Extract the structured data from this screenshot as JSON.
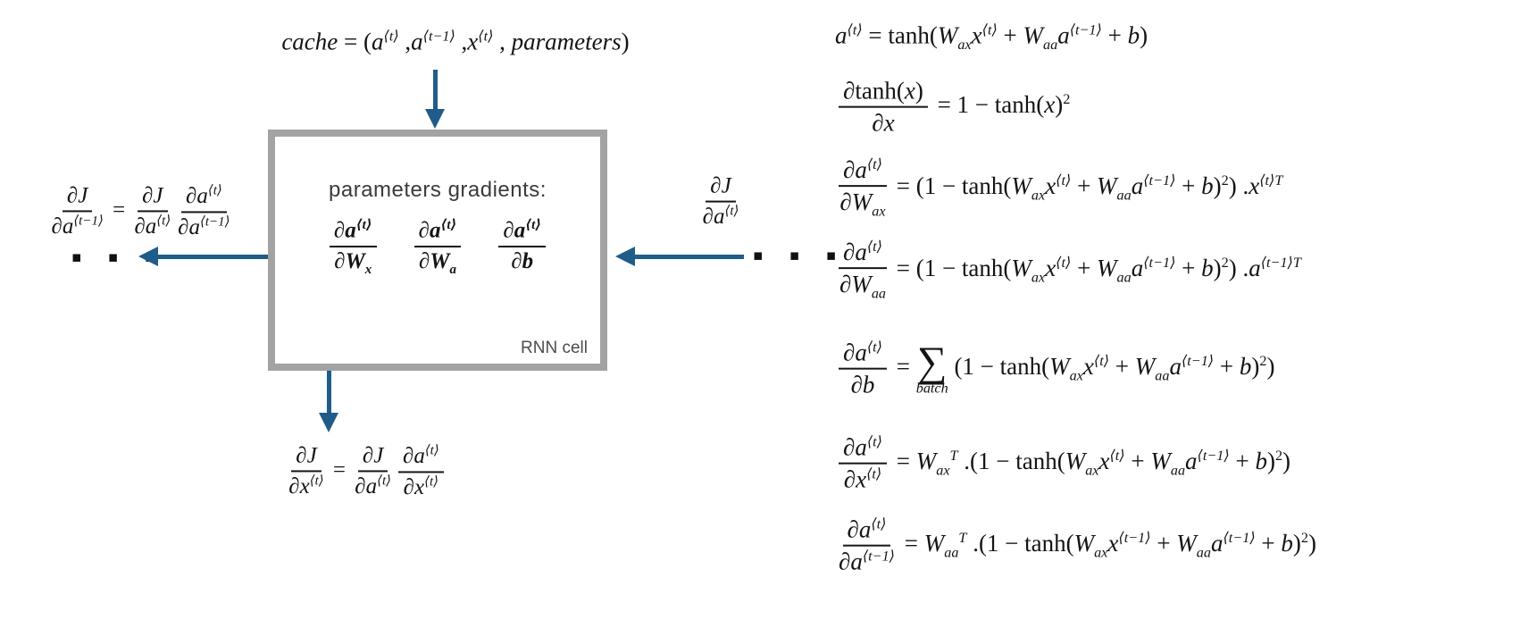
{
  "colors": {
    "arrow_blue": "#1f5c8a",
    "box_border_gray": "#a3a3a3",
    "math_text": "#141414",
    "label_gray": "#4d4d4d"
  },
  "diagram": {
    "cache_formula": [
      "cache",
      {
        "up": " = ("
      },
      "a",
      {
        "sup": [
          "⟨t⟩"
        ]
      },
      {
        "up": " ,"
      },
      "a",
      {
        "sup": [
          "⟨t−1⟩"
        ]
      },
      {
        "up": " ,"
      },
      "x",
      {
        "sup": [
          "⟨t⟩"
        ]
      },
      {
        "up": " , "
      },
      "parameters",
      {
        "up": ")"
      }
    ],
    "left_formula": [
      {
        "frac": [
          [
            "∂J"
          ],
          [
            "∂a",
            {
              "sup": [
                "⟨t−1⟩"
              ]
            }
          ]
        ]
      },
      {
        "up": " = "
      },
      {
        "frac": [
          [
            "∂J"
          ],
          [
            "∂a",
            {
              "sup": [
                "⟨t⟩"
              ]
            }
          ]
        ]
      },
      {
        "frac": [
          [
            "∂a",
            {
              "sup": [
                "⟨t⟩"
              ]
            }
          ],
          [
            "∂a",
            {
              "sup": [
                "⟨t−1⟩"
              ]
            }
          ]
        ]
      }
    ],
    "right_formula": [
      {
        "frac": [
          [
            "∂J"
          ],
          [
            "∂a",
            {
              "sup": [
                "⟨t⟩"
              ]
            }
          ]
        ]
      }
    ],
    "bottom_formula": [
      {
        "frac": [
          [
            "∂J"
          ],
          [
            "∂x",
            {
              "sup": [
                "⟨t⟩"
              ]
            }
          ]
        ]
      },
      {
        "up": " = "
      },
      {
        "frac": [
          [
            "∂J"
          ],
          [
            "∂a",
            {
              "sup": [
                "⟨t⟩"
              ]
            }
          ]
        ]
      },
      {
        "frac": [
          [
            "∂a",
            {
              "sup": [
                "⟨t⟩"
              ]
            }
          ],
          [
            "∂x",
            {
              "sup": [
                "⟨t⟩"
              ]
            }
          ]
        ]
      }
    ],
    "box": {
      "title": "parameters gradients:",
      "cell_label": "RNN cell",
      "grads": [
        [
          {
            "frac": [
              [
                "∂a",
                {
                  "sup": [
                    "⟨t⟩"
                  ]
                }
              ],
              [
                "∂W",
                {
                  "sub": [
                    "x"
                  ]
                }
              ]
            ]
          }
        ],
        [
          {
            "frac": [
              [
                "∂a",
                {
                  "sup": [
                    "⟨t⟩"
                  ]
                }
              ],
              [
                "∂W",
                {
                  "sub": [
                    "a"
                  ]
                }
              ]
            ]
          }
        ],
        [
          {
            "frac": [
              [
                "∂a",
                {
                  "sup": [
                    "⟨t⟩"
                  ]
                }
              ],
              [
                "∂b"
              ]
            ]
          }
        ]
      ]
    },
    "ellipsis_left": "▪ ▪ ▪",
    "ellipsis_right": "▪ ▪ ▪"
  },
  "equations": {
    "eq1": [
      "a",
      {
        "sup": [
          "⟨t⟩"
        ]
      },
      {
        "up": " = tanh("
      },
      "W",
      {
        "sub": [
          "ax"
        ]
      },
      "x",
      {
        "sup": [
          "⟨t⟩"
        ]
      },
      {
        "up": " + "
      },
      "W",
      {
        "sub": [
          "aa"
        ]
      },
      "a",
      {
        "sup": [
          "⟨t−1⟩"
        ]
      },
      {
        "up": " + "
      },
      "b",
      {
        "up": ")"
      }
    ],
    "eq2": [
      {
        "frac": [
          [
            "∂",
            {
              "up": "tanh("
            },
            "x",
            {
              "up": ")"
            }
          ],
          [
            "∂x"
          ]
        ]
      },
      {
        "up": " = 1 − tanh("
      },
      "x",
      {
        "up": ")"
      },
      {
        "sup": [
          {
            "up": "2"
          }
        ]
      }
    ],
    "eq3": [
      {
        "frac": [
          [
            "∂a",
            {
              "sup": [
                "⟨t⟩"
              ]
            }
          ],
          [
            "∂W",
            {
              "sub": [
                "ax"
              ]
            }
          ]
        ]
      },
      {
        "up": " = (1 − tanh("
      },
      "W",
      {
        "sub": [
          "ax"
        ]
      },
      "x",
      {
        "sup": [
          "⟨t⟩"
        ]
      },
      {
        "up": " + "
      },
      "W",
      {
        "sub": [
          "aa"
        ]
      },
      "a",
      {
        "sup": [
          "⟨t−1⟩"
        ]
      },
      {
        "up": " + "
      },
      "b",
      {
        "up": ")"
      },
      {
        "sup": [
          {
            "up": "2"
          }
        ]
      },
      {
        "up": ") ."
      },
      "x",
      {
        "sup": [
          "⟨t⟩T"
        ]
      }
    ],
    "eq4": [
      {
        "frac": [
          [
            "∂a",
            {
              "sup": [
                "⟨t⟩"
              ]
            }
          ],
          [
            "∂W",
            {
              "sub": [
                "aa"
              ]
            }
          ]
        ]
      },
      {
        "up": " = (1 − tanh("
      },
      "W",
      {
        "sub": [
          "ax"
        ]
      },
      "x",
      {
        "sup": [
          "⟨t⟩"
        ]
      },
      {
        "up": " + "
      },
      "W",
      {
        "sub": [
          "aa"
        ]
      },
      "a",
      {
        "sup": [
          "⟨t−1⟩"
        ]
      },
      {
        "up": " + "
      },
      "b",
      {
        "up": ")"
      },
      {
        "sup": [
          {
            "up": "2"
          }
        ]
      },
      {
        "up": ") ."
      },
      "a",
      {
        "sup": [
          "⟨t−1⟩T"
        ]
      }
    ],
    "eq5": [
      {
        "frac": [
          [
            "∂a",
            {
              "sup": [
                "⟨t⟩"
              ]
            }
          ],
          [
            "∂b"
          ]
        ]
      },
      {
        "up": " = "
      },
      {
        "sum": "batch"
      },
      {
        "up": " (1 − tanh("
      },
      "W",
      {
        "sub": [
          "ax"
        ]
      },
      "x",
      {
        "sup": [
          "⟨t⟩"
        ]
      },
      {
        "up": " + "
      },
      "W",
      {
        "sub": [
          "aa"
        ]
      },
      "a",
      {
        "sup": [
          "⟨t−1⟩"
        ]
      },
      {
        "up": " + "
      },
      "b",
      {
        "up": ")"
      },
      {
        "sup": [
          {
            "up": "2"
          }
        ]
      },
      {
        "up": ")"
      }
    ],
    "eq6": [
      {
        "frac": [
          [
            "∂a",
            {
              "sup": [
                "⟨t⟩"
              ]
            }
          ],
          [
            "∂x",
            {
              "sup": [
                "⟨t⟩"
              ]
            }
          ]
        ]
      },
      {
        "up": " = "
      },
      "W",
      {
        "sub": [
          "ax"
        ]
      },
      {
        "sup": [
          "T"
        ]
      },
      {
        "up": " .(1 − tanh("
      },
      "W",
      {
        "sub": [
          "ax"
        ]
      },
      "x",
      {
        "sup": [
          "⟨t⟩"
        ]
      },
      {
        "up": " + "
      },
      "W",
      {
        "sub": [
          "aa"
        ]
      },
      "a",
      {
        "sup": [
          "⟨t−1⟩"
        ]
      },
      {
        "up": " + "
      },
      "b",
      {
        "up": ")"
      },
      {
        "sup": [
          {
            "up": "2"
          }
        ]
      },
      {
        "up": ")"
      }
    ],
    "eq7": [
      {
        "frac": [
          [
            "∂a",
            {
              "sup": [
                "⟨t⟩"
              ]
            }
          ],
          [
            "∂a",
            {
              "sup": [
                "⟨t−1⟩"
              ]
            }
          ]
        ]
      },
      {
        "up": " = "
      },
      "W",
      {
        "sub": [
          "aa"
        ]
      },
      {
        "sup": [
          "T"
        ]
      },
      {
        "up": " .(1 − tanh("
      },
      "W",
      {
        "sub": [
          "ax"
        ]
      },
      "x",
      {
        "sup": [
          "⟨t−1⟩"
        ]
      },
      {
        "up": " + "
      },
      "W",
      {
        "sub": [
          "aa"
        ]
      },
      "a",
      {
        "sup": [
          "⟨t−1⟩"
        ]
      },
      {
        "up": " + "
      },
      "b",
      {
        "up": ")"
      },
      {
        "sup": [
          {
            "up": "2"
          }
        ]
      },
      {
        "up": ")"
      }
    ]
  }
}
